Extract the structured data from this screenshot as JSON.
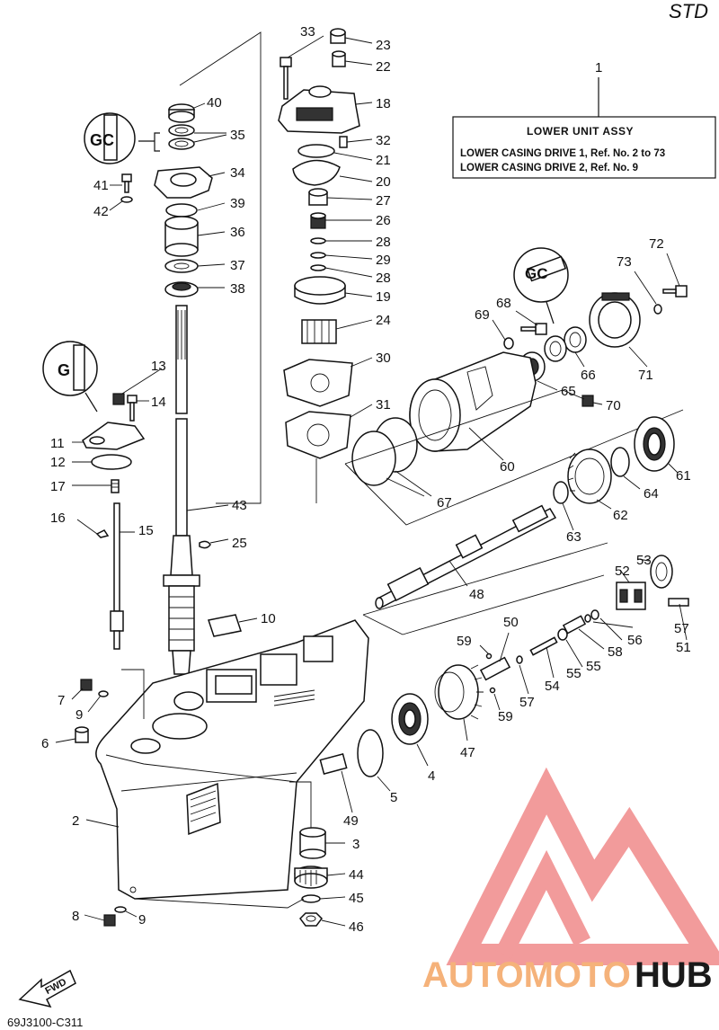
{
  "corner_tag": "STD",
  "assembly": {
    "ref_number": "1",
    "title": "LOWER UNIT ASSY",
    "line1": "LOWER CASING DRIVE 1, Ref. No. 2 to 73",
    "line2": "LOWER CASING DRIVE 2, Ref. No. 9"
  },
  "diagram_code": "69J3100-C311",
  "fwd_label": "FWD",
  "watermark": {
    "part1": "AUTOMOTO",
    "part2": "HUB",
    "color1": "#f5b27a",
    "color2": "#1a1a1a",
    "logo_color": "#f08a8a"
  },
  "part_numbers": {
    "n2": "2",
    "n3": "3",
    "n4": "4",
    "n5": "5",
    "n6": "6",
    "n7": "7",
    "n8": "8",
    "n9a": "9",
    "n9b": "9",
    "n10": "10",
    "n11": "11",
    "n12": "12",
    "n13": "13",
    "n14": "14",
    "n15": "15",
    "n16": "16",
    "n17": "17",
    "n18": "18",
    "n19": "19",
    "n20": "20",
    "n21": "21",
    "n22": "22",
    "n23": "23",
    "n24": "24",
    "n25": "25",
    "n26": "26",
    "n27": "27",
    "n28a": "28",
    "n28b": "28",
    "n29": "29",
    "n30": "30",
    "n31": "31",
    "n32": "32",
    "n33": "33",
    "n34": "34",
    "n35": "35",
    "n36": "36",
    "n37": "37",
    "n38": "38",
    "n39": "39",
    "n40": "40",
    "n41": "41",
    "n42": "42",
    "n43": "43",
    "n44": "44",
    "n45": "45",
    "n46": "46",
    "n47": "47",
    "n48": "48",
    "n49": "49",
    "n50": "50",
    "n51": "51",
    "n52": "52",
    "n53": "53",
    "n54": "54",
    "n55": "55",
    "n56": "56",
    "n57a": "57",
    "n57b": "57",
    "n58": "58",
    "n59a": "59",
    "n59b": "59",
    "n60": "60",
    "n61": "61",
    "n62": "62",
    "n63": "63",
    "n64": "64",
    "n65": "65",
    "n66": "66",
    "n67": "67",
    "n68": "68",
    "n69": "69",
    "n70": "70",
    "n71": "71",
    "n72": "72",
    "n73": "73"
  }
}
